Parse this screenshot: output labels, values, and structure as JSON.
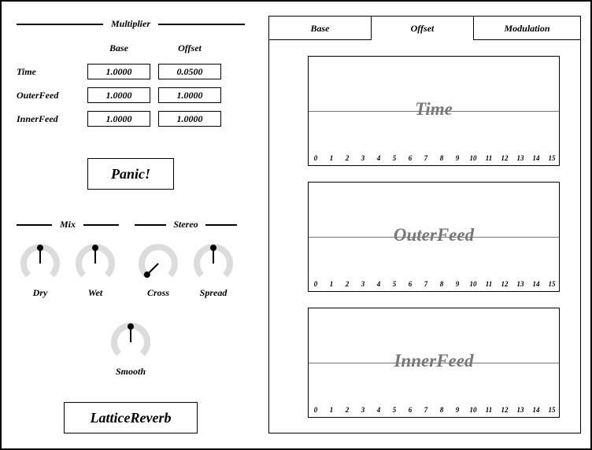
{
  "multiplier": {
    "title": "Multiplier",
    "columns": [
      "Base",
      "Offset"
    ],
    "rows": [
      {
        "label": "Time",
        "base": "1.0000",
        "offset": "0.0500"
      },
      {
        "label": "OuterFeed",
        "base": "1.0000",
        "offset": "1.0000"
      },
      {
        "label": "InnerFeed",
        "base": "1.0000",
        "offset": "1.0000"
      }
    ]
  },
  "panic_label": "Panic!",
  "mix": {
    "title": "Mix"
  },
  "stereo": {
    "title": "Stereo"
  },
  "knobs": [
    {
      "label": "Dry",
      "value": 0.5
    },
    {
      "label": "Wet",
      "value": 0.5
    },
    {
      "label": "Cross",
      "value": 0.0
    },
    {
      "label": "Spread",
      "value": 0.5
    },
    {
      "label": "Smooth",
      "value": 0.5
    }
  ],
  "plugin_name": "LatticeReverb",
  "tabs": [
    {
      "label": "Base",
      "active": false
    },
    {
      "label": "Offset",
      "active": true
    },
    {
      "label": "Modulation",
      "active": false
    }
  ],
  "graphs": [
    {
      "title": "Time",
      "ticks": [
        "0",
        "1",
        "2",
        "3",
        "4",
        "5",
        "6",
        "7",
        "8",
        "9",
        "10",
        "11",
        "12",
        "13",
        "14",
        "15"
      ]
    },
    {
      "title": "OuterFeed",
      "ticks": [
        "0",
        "1",
        "2",
        "3",
        "4",
        "5",
        "6",
        "7",
        "8",
        "9",
        "10",
        "11",
        "12",
        "13",
        "14",
        "15"
      ]
    },
    {
      "title": "InnerFeed",
      "ticks": [
        "0",
        "1",
        "2",
        "3",
        "4",
        "5",
        "6",
        "7",
        "8",
        "9",
        "10",
        "11",
        "12",
        "13",
        "14",
        "15"
      ]
    }
  ]
}
